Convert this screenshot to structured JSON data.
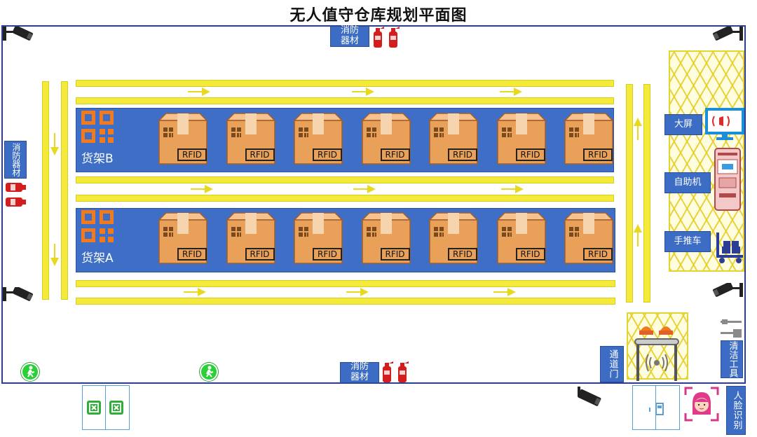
{
  "title": "无人值守仓库规划平面图",
  "labels": {
    "fire_top": "消防\n器材",
    "fire_left": "消防器材",
    "fire_bottom": "消防\n器材",
    "big_screen": "大屏",
    "kiosk": "自助机",
    "cart": "手推车",
    "cleaning": "清洁工具",
    "passage_door": "通道门",
    "face_recognition": "人脸识别"
  },
  "shelves": [
    {
      "name": "货架B",
      "tag": "RFID",
      "box_count": 7
    },
    {
      "name": "货架A",
      "tag": "RFID",
      "box_count": 7
    }
  ],
  "colors": {
    "lane": "#f4ea3a",
    "shelf": "#3f6ec6",
    "label_bg": "#3c6cc4",
    "box": "#e9a15a",
    "fire": "#d41e1e",
    "exit": "#2bd039",
    "qr": "#f07a1e"
  },
  "icons": [
    "cctv-camera-icon",
    "fire-extinguisher-icon",
    "qr-code-icon",
    "box-icon",
    "arrow-icon",
    "screen-alarm-icon",
    "kiosk-icon",
    "cart-icon",
    "cleaning-tools-icon",
    "alarm-light-icon",
    "gate-icon",
    "door-icon",
    "face-recognition-icon",
    "emergency-exit-icon"
  ]
}
